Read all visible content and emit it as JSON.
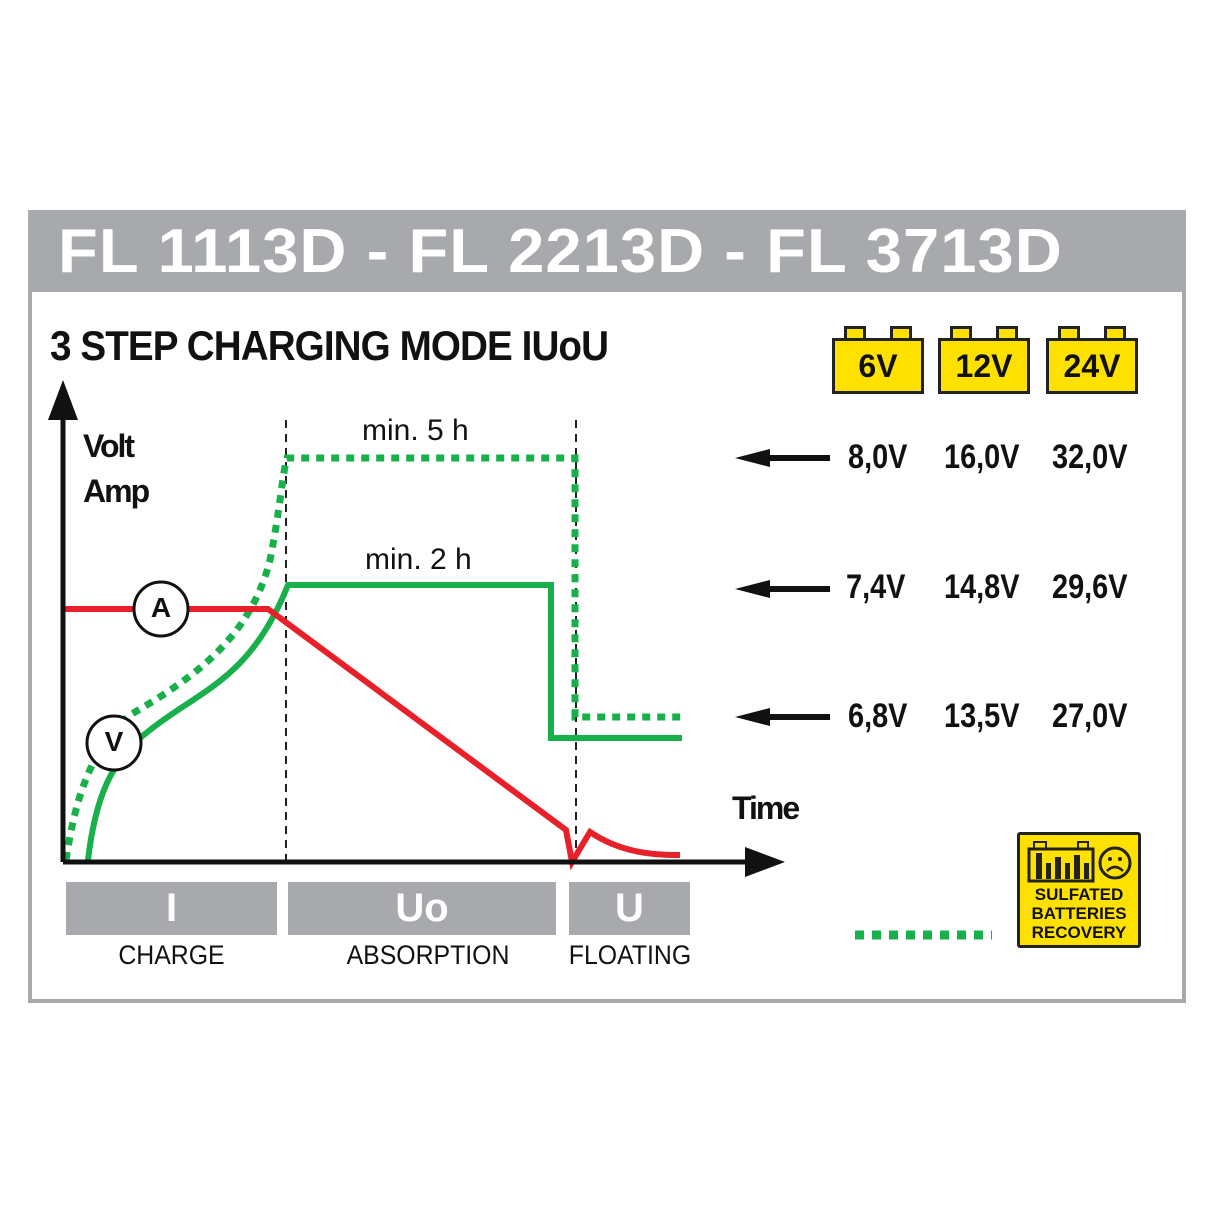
{
  "header": {
    "title": "FL 1113D - FL 2213D - FL 3713D"
  },
  "diagram": {
    "title": "3 STEP CHARGING MODE  IUoU",
    "y_axis_label": [
      "Volt",
      "Amp"
    ],
    "x_axis_label": "Time",
    "annotations": {
      "min_5h": "min. 5 h",
      "min_2h": "min. 2 h"
    },
    "markers": {
      "amp": "A",
      "volt": "V"
    },
    "colors": {
      "current": "#e8202a",
      "voltage": "#18b04a",
      "gray": "#a7a9ac",
      "yellow": "#ffe100"
    },
    "batteries": [
      "6V",
      "12V",
      "24V"
    ],
    "voltage_levels": [
      [
        "8,0V",
        "16,0V",
        "32,0V"
      ],
      [
        "7,4V",
        "14,8V",
        "29,6V"
      ],
      [
        "6,8V",
        "13,5V",
        "27,0V"
      ]
    ],
    "phases": [
      {
        "symbol": "I",
        "label": "CHARGE"
      },
      {
        "symbol": "Uo",
        "label": "ABSORPTION"
      },
      {
        "symbol": "U",
        "label": "FLOATING"
      }
    ],
    "legend": {
      "badge_text": [
        "SULFATED",
        "BATTERIES",
        "RECOVERY"
      ],
      "badge_icons": [
        "sulfated-battery-icon",
        "sad-face-icon"
      ]
    }
  }
}
